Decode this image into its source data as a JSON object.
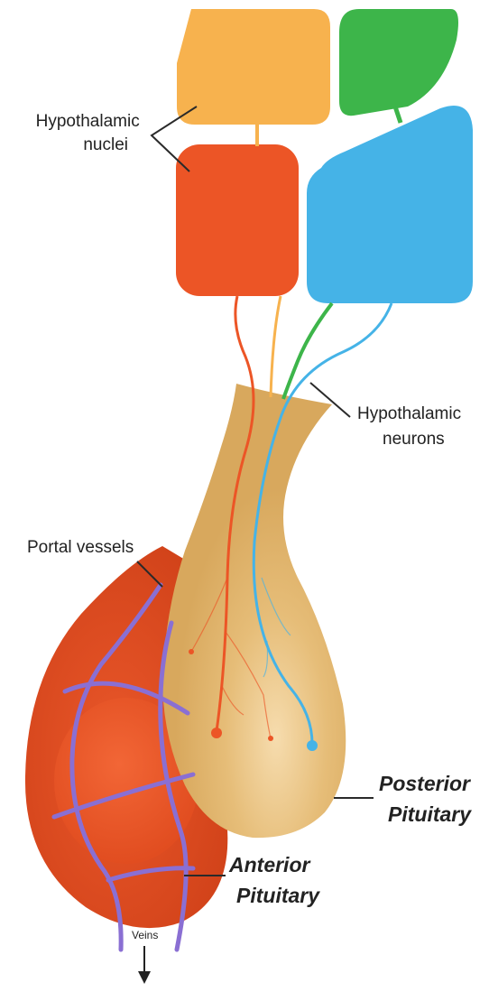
{
  "labels": {
    "hypothalamic_nuclei": [
      "Hypothalamic",
      "nuclei"
    ],
    "hypothalamic_neurons": [
      "Hypothalamic",
      "neurons"
    ],
    "portal_vessels": "Portal vessels",
    "posterior_pituitary": [
      "Posterior",
      "Pituitary"
    ],
    "anterior_pituitary": [
      "Anterior",
      "Pituitary"
    ],
    "veins": "Veins"
  },
  "colors": {
    "nucleus_orange_light": "#f7b24e",
    "nucleus_green": "#3db54a",
    "nucleus_red": "#ec5526",
    "nucleus_blue": "#45b3e7",
    "posterior_pituitary": "#e2b66c",
    "anterior_pituitary": "#de4a1c",
    "portal_vessel": "#8a6fd3"
  }
}
